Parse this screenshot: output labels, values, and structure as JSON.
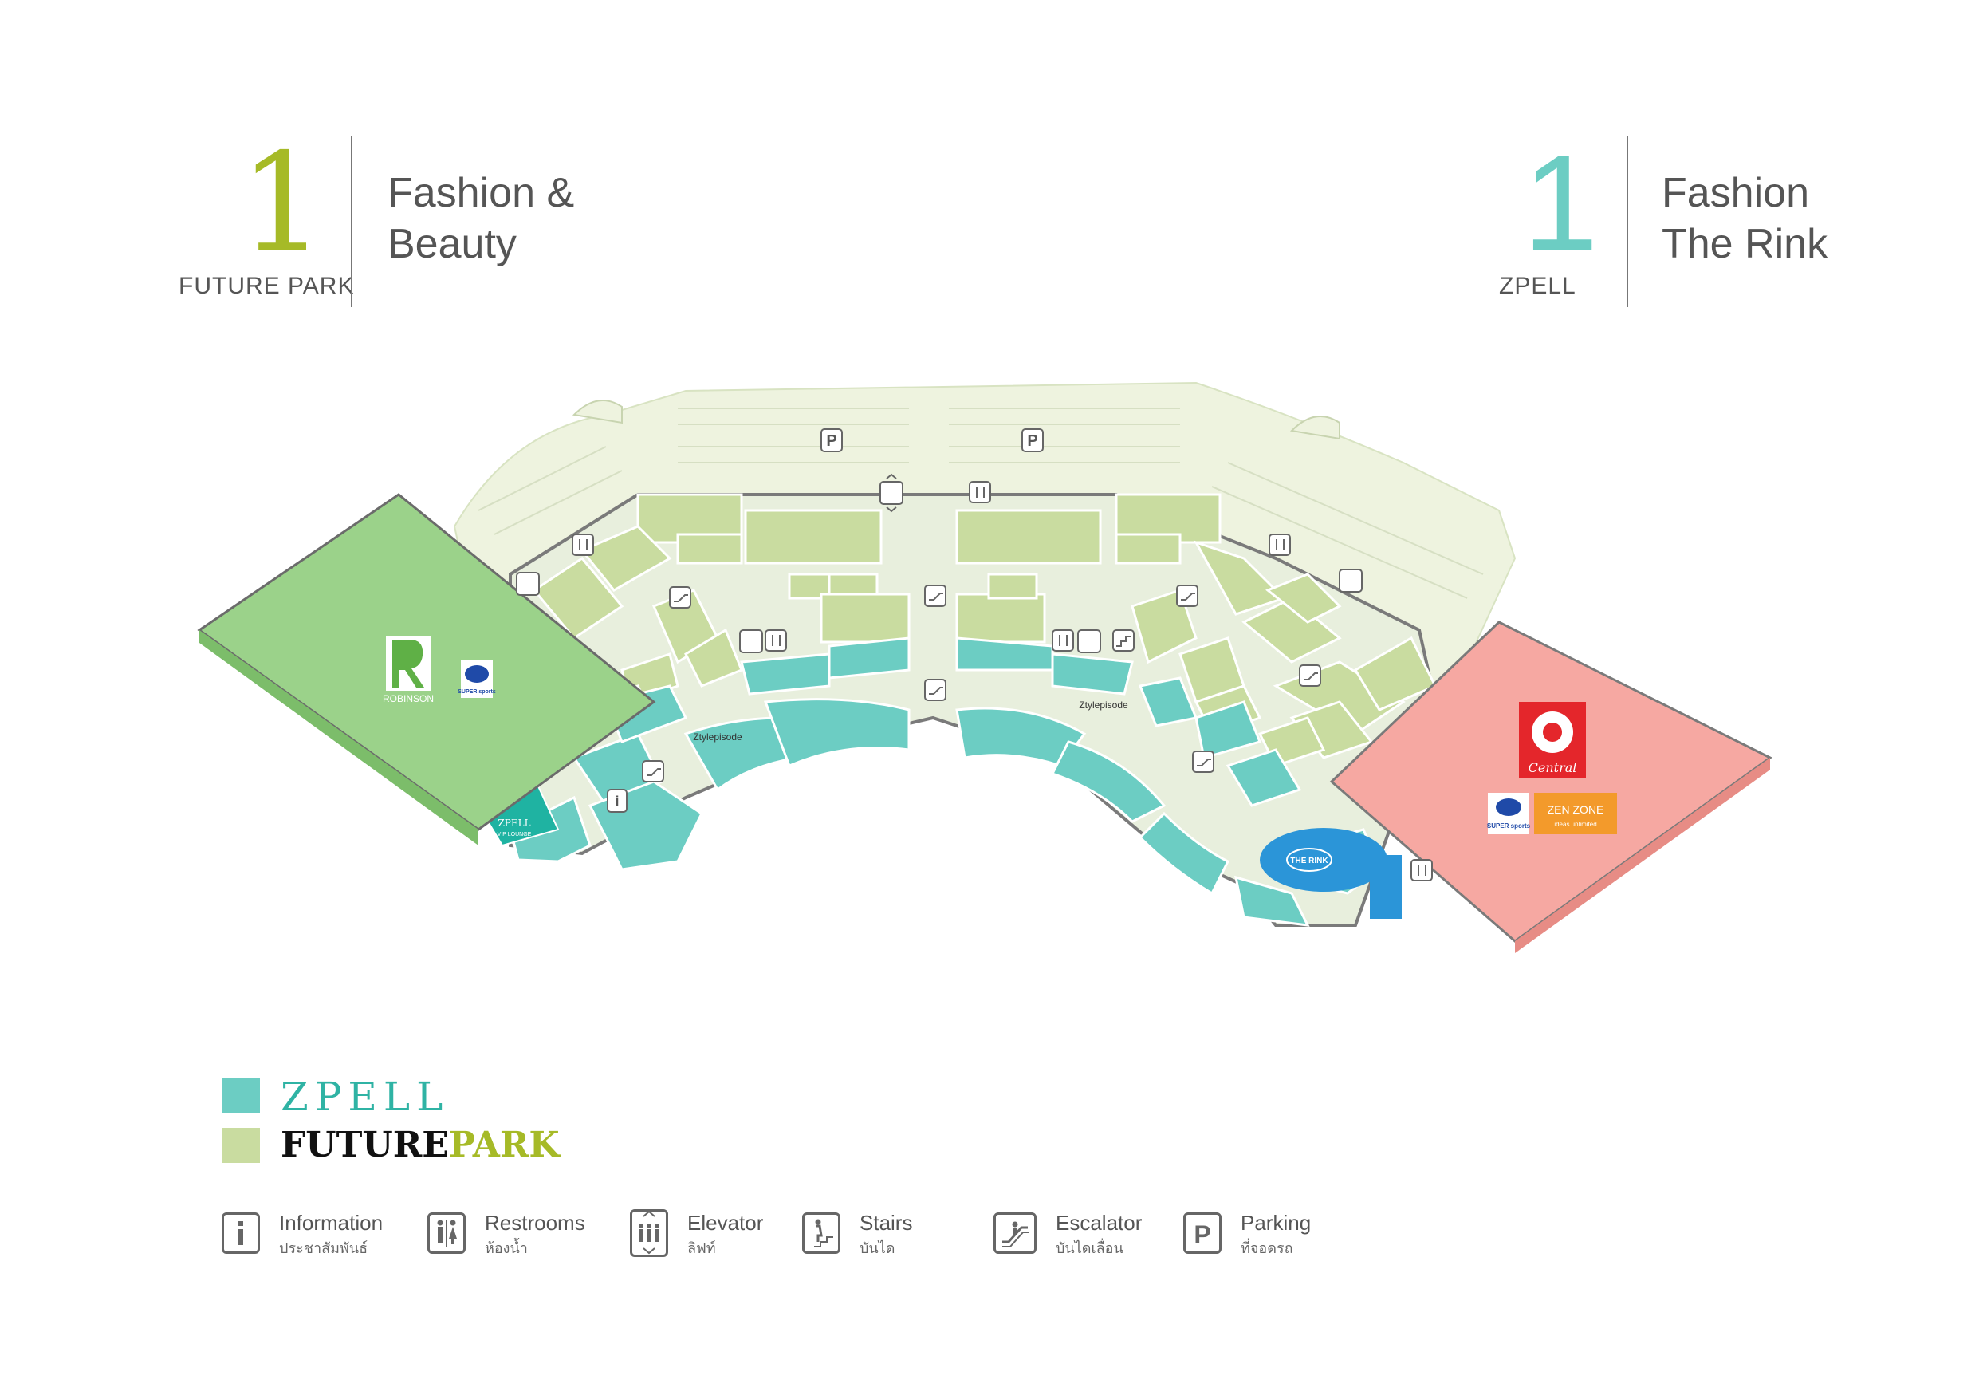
{
  "left_floor": {
    "number": "1",
    "building": "FUTURE PARK",
    "title_line1": "Fashion &",
    "title_line2": "Beauty",
    "number_color": "#a6ba27"
  },
  "right_floor": {
    "number": "1",
    "building": "ZPELL",
    "title_line1": "Fashion",
    "title_line2": "The Rink",
    "number_color": "#6ccdc3"
  },
  "map": {
    "store_labels": {
      "robinson": "ROBINSON",
      "super_sports": "SUPER sports",
      "zpell_vip": "ZPELL",
      "zpell_vip_sub": "VIP LOUNGE",
      "central": "Central",
      "zenzone": "ZEN ZONE",
      "zenzone_sub": "ideas unlimited",
      "the_rink": "THE RINK",
      "ztylepisode_left": "Ztylepisode",
      "ztylepisode_right": "Ztylepisode"
    },
    "parking_label": "P",
    "info_label": "i",
    "colors": {
      "zpell": "#6ccdc3",
      "future_park": "#c9dca0",
      "robinson_anchor": "#9bd28a",
      "central_anchor": "#f6a8a2",
      "parking_lot": "#eef3df",
      "rink": "#2b95d8"
    }
  },
  "legend": {
    "brands": [
      {
        "name": "ZPELL",
        "color": "#6ccdc3"
      },
      {
        "name_part1": "FUTURE",
        "name_part2": "PARK",
        "color": "#c9dca0"
      }
    ],
    "items": [
      {
        "icon": "information-icon",
        "en": "Information",
        "th": "ประชาสัมพันธ์"
      },
      {
        "icon": "restrooms-icon",
        "en": "Restrooms",
        "th": "ห้องน้ำ"
      },
      {
        "icon": "elevator-icon",
        "en": "Elevator",
        "th": "ลิฟท์"
      },
      {
        "icon": "stairs-icon",
        "en": "Stairs",
        "th": "บันได"
      },
      {
        "icon": "escalator-icon",
        "en": "Escalator",
        "th": "บันไดเลื่อน"
      },
      {
        "icon": "parking-icon",
        "en": "Parking",
        "th": "ที่จอดรถ"
      }
    ]
  }
}
